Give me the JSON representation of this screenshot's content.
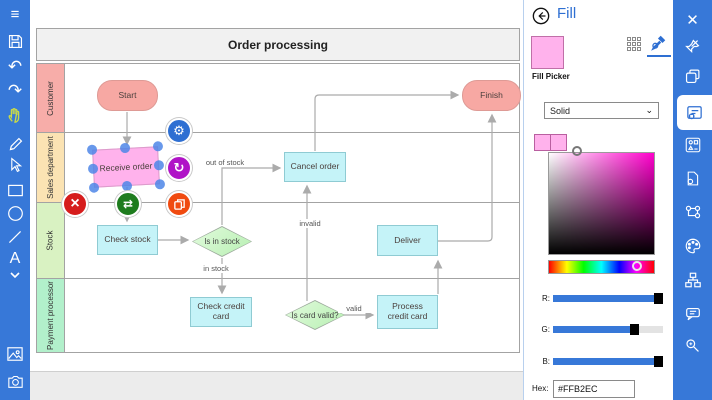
{
  "app": {
    "accent_color": "#3778D8",
    "selection_color": "#4D86E8"
  },
  "left_toolbar": {
    "items": [
      {
        "name": "menu",
        "icon": "hamburger-icon"
      },
      {
        "name": "save",
        "icon": "save-icon"
      },
      {
        "name": "undo",
        "icon": "undo-icon",
        "glyph": "↶"
      },
      {
        "name": "redo",
        "icon": "redo-icon",
        "glyph": "↷"
      },
      {
        "name": "pan",
        "icon": "hand-icon",
        "active_color": "#C8D94A"
      },
      {
        "name": "pen",
        "icon": "pen-icon"
      },
      {
        "name": "select",
        "icon": "cursor-icon"
      },
      {
        "name": "rectangle",
        "icon": "rectangle-icon"
      },
      {
        "name": "ellipse",
        "icon": "ellipse-icon"
      },
      {
        "name": "line",
        "icon": "line-icon"
      },
      {
        "name": "text",
        "icon": "text-icon",
        "glyph": "A"
      },
      {
        "name": "more-shapes",
        "icon": "chevron-down-icon",
        "glyph": "⌄"
      },
      {
        "name": "insert-image",
        "icon": "image-icon"
      },
      {
        "name": "screenshot",
        "icon": "camera-icon"
      }
    ]
  },
  "right_toolbar": {
    "items": [
      {
        "name": "close",
        "icon": "close-icon",
        "glyph": "✕"
      },
      {
        "name": "unpin",
        "icon": "pin-icon"
      },
      {
        "name": "pages",
        "icon": "pages-icon"
      },
      {
        "name": "format",
        "icon": "format-icon",
        "active": true
      },
      {
        "name": "shapes",
        "icon": "shapes-icon"
      },
      {
        "name": "page-setup",
        "icon": "page-gear-icon"
      },
      {
        "name": "connectors",
        "icon": "connector-icon"
      },
      {
        "name": "theme",
        "icon": "palette-icon"
      },
      {
        "name": "layout",
        "icon": "sitemap-icon"
      },
      {
        "name": "comments",
        "icon": "comment-icon"
      },
      {
        "name": "zoom",
        "icon": "magnifier-icon"
      }
    ]
  },
  "diagram": {
    "title": "Order processing",
    "lanes": [
      {
        "label": "Customer",
        "color": "#F7ADA9"
      },
      {
        "label": "Sales department",
        "color": "#FBE3B3"
      },
      {
        "label": "Stock",
        "color": "#D9F2C2"
      },
      {
        "label": "Payment processor",
        "color": "#B2F0CB"
      }
    ],
    "nodes": [
      {
        "id": "start",
        "label": "Start",
        "type": "terminator",
        "fill": "#F7A8A3"
      },
      {
        "id": "receive-order",
        "label": "Receive order",
        "type": "process",
        "fill": "#FFB2EC",
        "selected": true
      },
      {
        "id": "cancel-order",
        "label": "Cancel order",
        "type": "process",
        "fill": "#C5F3F8"
      },
      {
        "id": "check-stock",
        "label": "Check stock",
        "type": "process",
        "fill": "#C5F3F8"
      },
      {
        "id": "is-in-stock",
        "label": "Is in stock",
        "type": "decision",
        "fill": "#C9F5C5"
      },
      {
        "id": "deliver",
        "label": "Deliver",
        "type": "process",
        "fill": "#C5F3F8"
      },
      {
        "id": "check-credit-card",
        "label": "Check credit card",
        "type": "process",
        "fill": "#C5F3F8"
      },
      {
        "id": "is-card-valid",
        "label": "Is card valid?",
        "type": "decision",
        "fill": "#C9F5C5"
      },
      {
        "id": "process-credit-card",
        "label": "Process credit card",
        "type": "process",
        "fill": "#C5F3F8"
      },
      {
        "id": "finish",
        "label": "Finish",
        "type": "terminator",
        "fill": "#F7A8A3"
      }
    ],
    "edge_labels": {
      "out_of_stock": "out of stock",
      "in_stock": "in stock",
      "invalid": "invalid",
      "valid": "valid"
    },
    "context_buttons": [
      {
        "name": "settings",
        "icon": "gear-icon",
        "color": "#2E6FD2",
        "glyph": "⚙"
      },
      {
        "name": "rotate",
        "icon": "rotate-icon",
        "color": "#B013C7",
        "glyph": "↻"
      },
      {
        "name": "duplicate",
        "icon": "copy-icon",
        "color": "#F04A10"
      },
      {
        "name": "replace",
        "icon": "swap-icon",
        "color": "#1E7C1E",
        "glyph": "⇄"
      },
      {
        "name": "delete",
        "icon": "delete-icon",
        "color": "#D61C1C",
        "glyph": "×"
      }
    ]
  },
  "fill_panel": {
    "title": "Fill",
    "current_color": "#FFB2EC",
    "tabs": [
      {
        "name": "palette-grid",
        "icon": "grid-icon"
      },
      {
        "name": "custom-picker",
        "icon": "dropper-icon",
        "active": true
      }
    ],
    "section_label": "Fill Picker",
    "picker_type_value": "Solid",
    "hue_color": "#FF00CC",
    "sliders": [
      {
        "label": "R:",
        "value": 255,
        "pct": 100
      },
      {
        "label": "G:",
        "value": 178,
        "pct": 70
      },
      {
        "label": "B:",
        "value": 236,
        "pct": 92.5
      }
    ],
    "hex_label": "Hex:",
    "hex_value": "#FFB2EC"
  }
}
